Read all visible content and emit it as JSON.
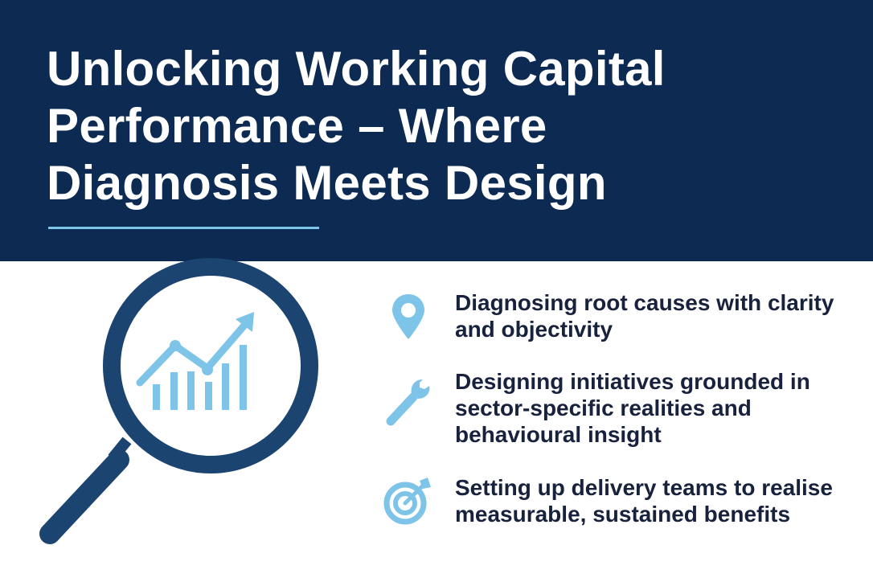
{
  "header": {
    "title_lines": [
      "Unlocking Working Capital",
      "Performance – Where",
      "Diagnosis Meets Design"
    ]
  },
  "illustration": {
    "icon": "magnifier-with-growth-chart-icon"
  },
  "items": [
    {
      "icon": "location-pin-icon",
      "text": "Diagnosing root causes with clarity and objectivity"
    },
    {
      "icon": "wrench-icon",
      "text": "Designing initiatives grounded in sector-specific realities and behavioural insight"
    },
    {
      "icon": "target-icon",
      "text": "Setting up delivery teams to realise measurable, sustained benefits"
    }
  ],
  "colors": {
    "navy": "#0c2a52",
    "accent": "#7ec4e8",
    "lens": "#1c4471",
    "text": "#18223d"
  }
}
